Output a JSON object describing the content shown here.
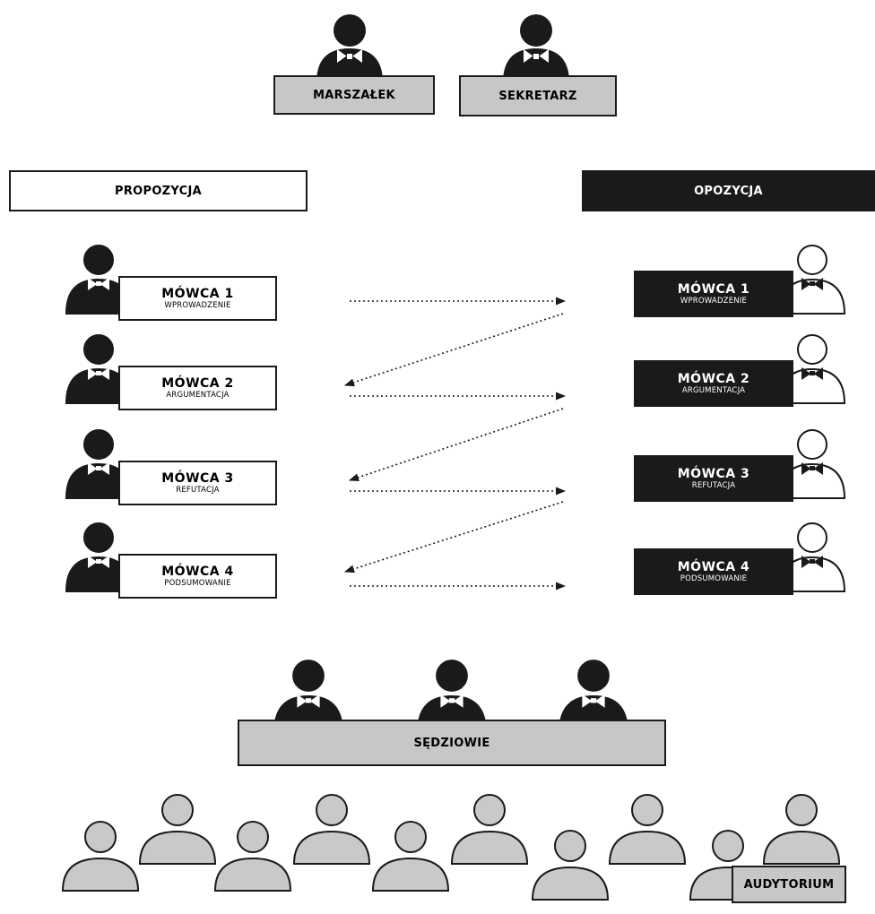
{
  "colors": {
    "ink": "#1a1a1a",
    "gray": "#c7c7c7",
    "audience": "#c9c9c9",
    "white": "#ffffff"
  },
  "officials": {
    "marshal": "MARSZAŁEK",
    "secretary": "SEKRETARZ"
  },
  "teams": {
    "proposition": "PROPOZYCJA",
    "opposition": "OPOZYCJA"
  },
  "speakers": [
    {
      "name": "MÓWCA 1",
      "role": "WPROWADZENIE"
    },
    {
      "name": "MÓWCA 2",
      "role": "ARGUMENTACJA"
    },
    {
      "name": "MÓWCA 3",
      "role": "REFUTACJA"
    },
    {
      "name": "MÓWCA 4",
      "role": "PODSUMOWANIE"
    }
  ],
  "judges": "SĘDZIOWIE",
  "audience": "AUDYTORIUM",
  "icons": {
    "official": "person-bowtie-icon",
    "audience": "person-icon"
  }
}
